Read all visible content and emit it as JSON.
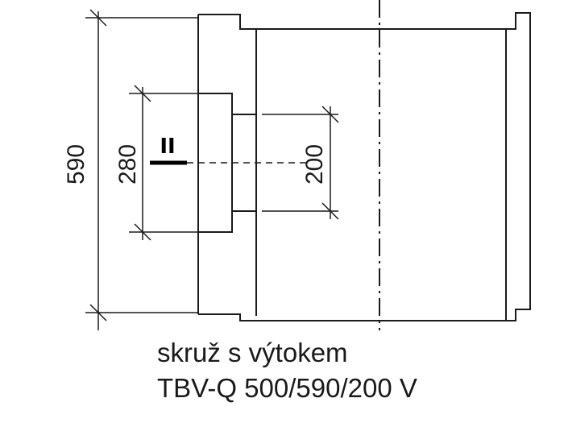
{
  "diagram": {
    "dimensions": {
      "total_height": "590",
      "opening_height": "280",
      "pipe_height": "200"
    },
    "marker": "II",
    "caption": {
      "line1": "skruž s výtokem",
      "line2": "TBV-Q 500/590/200 V"
    },
    "colors": {
      "line": "#1a1a1a",
      "background": "#ffffff"
    }
  }
}
